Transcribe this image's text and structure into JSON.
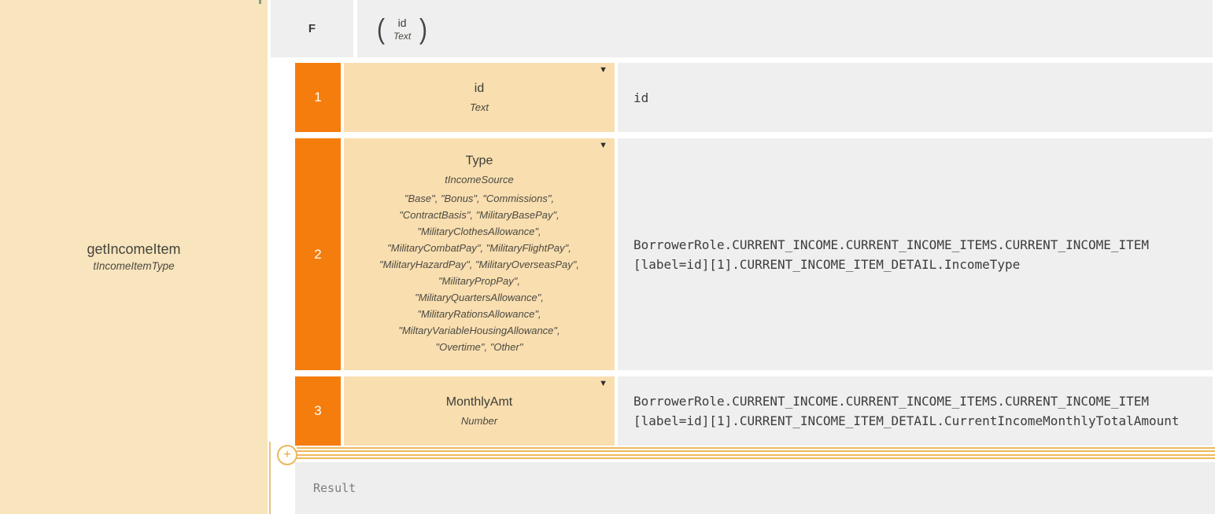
{
  "colors": {
    "panel_cream": "#f8e4bd",
    "param_box_cream": "#f9deb0",
    "accent_orange": "#f57d0d",
    "value_box_gray": "#efefef",
    "connector_tan": "#ecba5e"
  },
  "function": {
    "header_label": "F",
    "name": "getIncomeItem",
    "type": "tIncomeItemType",
    "signature": {
      "open_paren": "(",
      "param_name": "id",
      "param_type": "Text",
      "close_paren": ")"
    }
  },
  "parameters": [
    {
      "index": "1",
      "name": "id",
      "type": "Text",
      "value_lines": [
        "id"
      ]
    },
    {
      "index": "2",
      "name": "Type",
      "type": "tIncomeSource",
      "enum_lines": [
        "\"Base\", \"Bonus\", \"Commissions\",",
        "\"ContractBasis\", \"MilitaryBasePay\",",
        "\"MilitaryClothesAllowance\",",
        "\"MilitaryCombatPay\", \"MilitaryFlightPay\",",
        "\"MilitaryHazardPay\", \"MilitaryOverseasPay\",",
        "\"MilitaryPropPay\",",
        "\"MilitaryQuartersAllowance\",",
        "\"MilitaryRationsAllowance\",",
        "\"MiltaryVariableHousingAllowance\",",
        "\"Overtime\", \"Other\""
      ],
      "value_lines": [
        "BorrowerRole.CURRENT_INCOME.CURRENT_INCOME_ITEMS.CURRENT_INCOME_ITEM",
        "[label=id][1].CURRENT_INCOME_ITEM_DETAIL.IncomeType"
      ]
    },
    {
      "index": "3",
      "name": "MonthlyAmt",
      "type": "Number",
      "value_lines": [
        "BorrowerRole.CURRENT_INCOME.CURRENT_INCOME_ITEMS.CURRENT_INCOME_ITEM",
        "[label=id][1].CURRENT_INCOME_ITEM_DETAIL.CurrentIncomeMonthlyTotalAmount"
      ]
    }
  ],
  "result": {
    "label": "Result"
  },
  "icons": {
    "dropdown_glyph": "▼",
    "add_glyph": "+"
  }
}
